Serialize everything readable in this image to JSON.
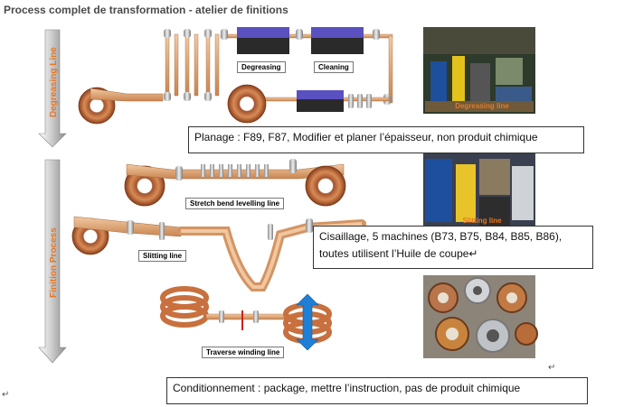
{
  "title": "Process complet de transformation - atelier de finitions",
  "sections": {
    "degreasing": "Degreasing Line",
    "finition": "Finition Process"
  },
  "stations": {
    "degreasing": "Degreasing",
    "cleaning": "Cleaning",
    "stretch": "Stretch bend levelling line",
    "slitting": "Slitting line",
    "traverse": "Traverse winding line"
  },
  "photos": {
    "degreasing_caption": "Degreasing line",
    "slitting_caption": "Slitting line"
  },
  "callouts": {
    "planage": "Planage : F89, F87, Modifier et planer l’épaisseur, non produit chimique",
    "cisaillage_line1": "Cisaillage, 5 machines (B73, B75, B84, B85, B86),",
    "cisaillage_line2": "toutes utilisent l’Huile de coupe↵",
    "conditionnement": "Conditionnement : package, mettre l’instruction, pas de produit chimique"
  },
  "marks": {
    "return_mark": "↵"
  },
  "colors": {
    "copper": "#c8703e",
    "arrow_grey": "#9a9a9a",
    "section_text": "#e87722",
    "tank_blue": "#5a50c0",
    "direction_blue": "#1f7fd6"
  }
}
